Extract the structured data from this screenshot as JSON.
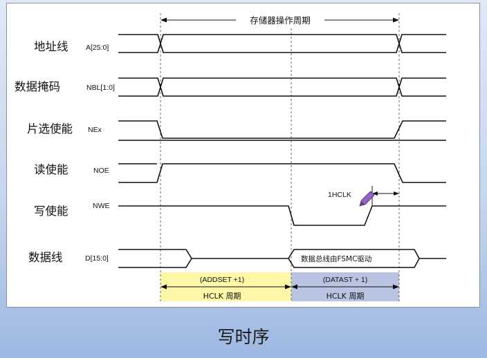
{
  "cycle_label": "存储器操作周期",
  "signals": [
    {
      "name": "地址线",
      "pin": "A[25:0]"
    },
    {
      "name": "数据掩码",
      "pin": "NBL[1:0]"
    },
    {
      "name": "片选使能",
      "pin": "NEx"
    },
    {
      "name": "读使能",
      "pin": "NOE"
    },
    {
      "name": "写使能",
      "pin": "NWE"
    },
    {
      "name": "数据线",
      "pin": "D[15:0]"
    }
  ],
  "hclk_note": "1HCLK",
  "data_bus_note": "数据总线由FSMC驱动",
  "addset": {
    "line1": "(ADDSET +1)",
    "line2": "HCLK 周期",
    "color": "#fbf7a6"
  },
  "datast": {
    "line1": "(DATAST + 1)",
    "line2": "HCLK 周期",
    "color": "#b8c4e2"
  },
  "caption": "写时序"
}
